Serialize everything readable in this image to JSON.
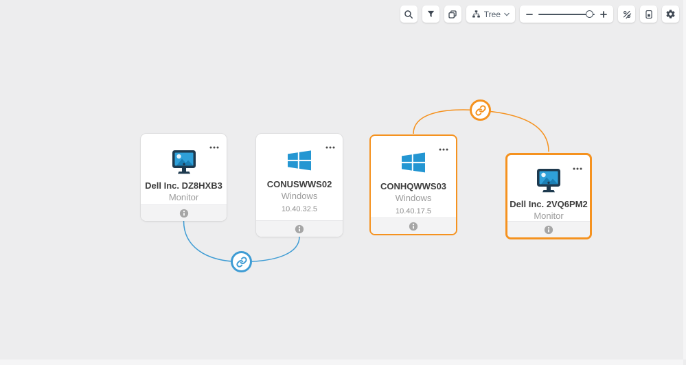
{
  "toolbar": {
    "search": {
      "icon": "search-icon"
    },
    "filter": {
      "icon": "filter-icon"
    },
    "overlap": {
      "icon": "overlap-windows-icon"
    },
    "layout_dropdown": {
      "label": "Tree",
      "icon": "sitemap-icon",
      "chevron": "chevron-down-icon"
    },
    "zoom_slider": {
      "minus_icon": "minus-icon",
      "plus_icon": "plus-icon",
      "position_pct": 95
    },
    "hide_labels": {
      "icon": "percent-slash-icon"
    },
    "minimap": {
      "icon": "minimap-icon"
    },
    "settings": {
      "icon": "gear-icon"
    }
  },
  "nodes": [
    {
      "title": "Dell Inc. DZ8HXB3",
      "type": "Monitor",
      "icon": "monitor-icon",
      "state": "normal"
    },
    {
      "title": "CONUSWWS02",
      "type": "Windows",
      "ip": "10.40.32.5",
      "icon": "windows-icon",
      "state": "normal"
    },
    {
      "title": "CONHQWWS03",
      "type": "Windows",
      "ip": "10.40.17.5",
      "icon": "windows-icon",
      "state": "highlighted"
    },
    {
      "title": "Dell Inc. 2VQ6PM2",
      "type": "Monitor",
      "icon": "monitor-icon",
      "state": "selected"
    }
  ],
  "edges": [
    {
      "from": "Dell Inc. DZ8HXB3",
      "to": "CONUSWWS02",
      "relation": "link",
      "color": "#3E9CD4",
      "icon": "link-icon"
    },
    {
      "from": "CONHQWWS03",
      "to": "Dell Inc. 2VQ6PM2",
      "relation": "link",
      "color": "#F5921F",
      "icon": "link-icon"
    }
  ],
  "colors": {
    "canvas_bg": "#EDEDEE",
    "accent_orange": "#F5921F",
    "link_blue": "#3E9CD4",
    "windows_blue": "#2496D2",
    "card_bg": "#FFFFFF",
    "footer_bg": "#F3F3F4",
    "title_text": "#3D3D3D",
    "muted_text": "#9B9B9B"
  }
}
